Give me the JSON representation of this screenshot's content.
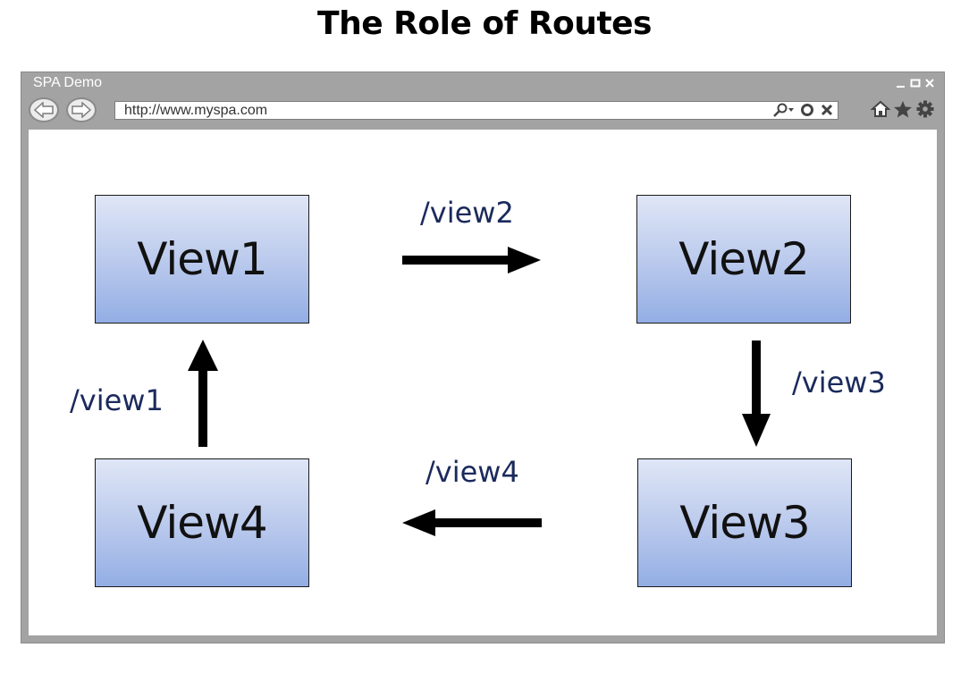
{
  "title": "The Role of Routes",
  "browser": {
    "window_title": "SPA Demo",
    "address": "http://www.myspa.com",
    "icons": {
      "minimize": "minimize-icon",
      "maximize": "maximize-icon",
      "close": "close-icon",
      "back": "back-arrow-icon",
      "forward": "forward-arrow-icon",
      "search": "search-icon",
      "refresh": "refresh-icon",
      "stop": "stop-icon",
      "home": "home-icon",
      "favorites": "star-icon",
      "settings": "gear-icon"
    }
  },
  "diagram": {
    "views": [
      "View1",
      "View2",
      "View3",
      "View4"
    ],
    "routes": [
      {
        "label": "/view2",
        "from": "View1",
        "to": "View2"
      },
      {
        "label": "/view3",
        "from": "View2",
        "to": "View3"
      },
      {
        "label": "/view4",
        "from": "View3",
        "to": "View4"
      },
      {
        "label": "/view1",
        "from": "View4",
        "to": "View1"
      }
    ]
  },
  "colors": {
    "route_text": "#1b2a5c",
    "box_top": "#dfe6f6",
    "box_bottom": "#93aee4",
    "chrome": "#a3a3a3"
  }
}
